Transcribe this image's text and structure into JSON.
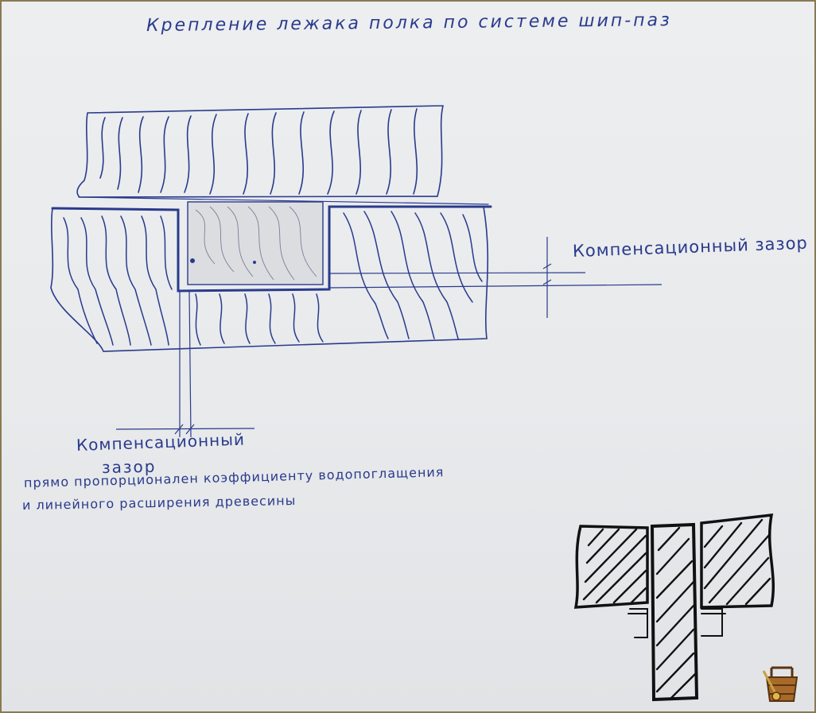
{
  "title": "Крепление лежака полка по системе шип-паз",
  "labels": {
    "gap_right": "Компенсационный зазор",
    "gap_left_line1": "Компенсационный",
    "gap_left_line2": "зазор",
    "note_line1": "прямо пропорционален коэффициенту водопоглащения",
    "note_line2": "и линейного расширения древесины"
  },
  "colors": {
    "ink": "#2a3a8c",
    "marker": "#111111",
    "paper": "#e9ebed",
    "frame": "#8a7a52"
  },
  "icons": [
    "sauna-bucket-logo-icon"
  ]
}
